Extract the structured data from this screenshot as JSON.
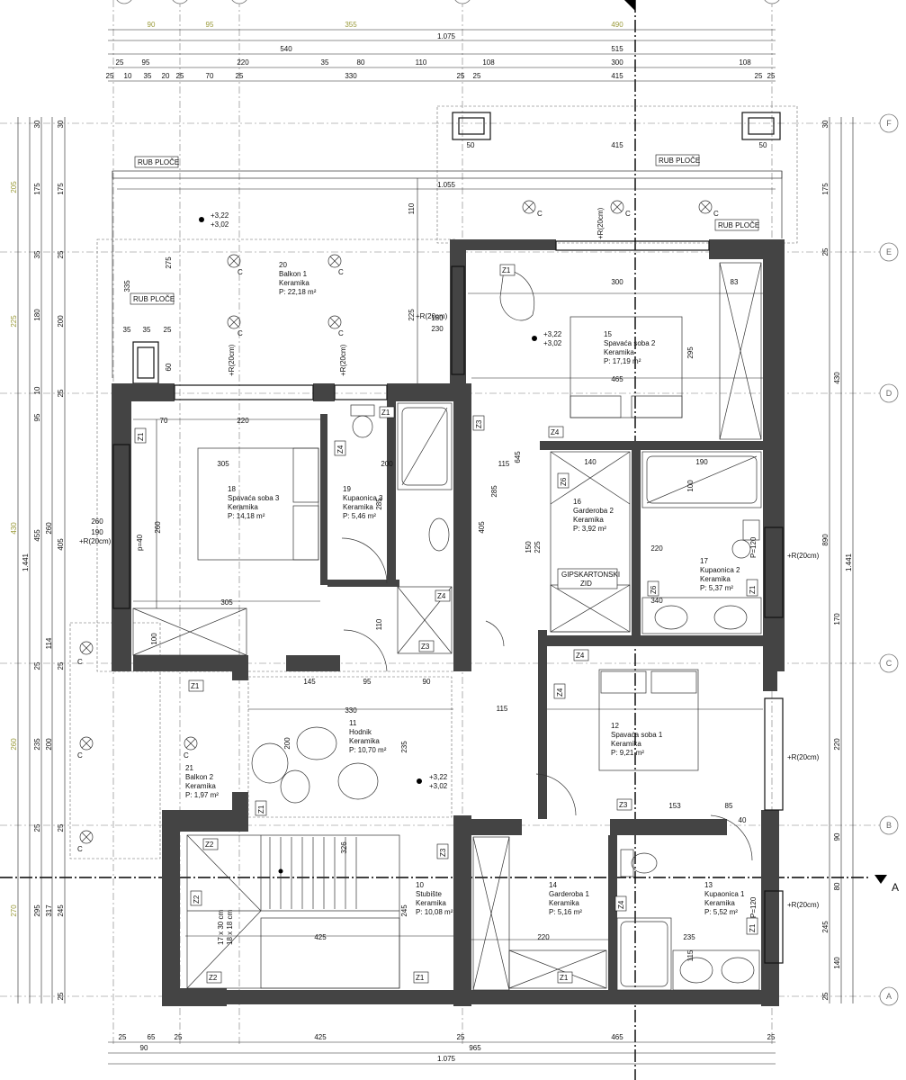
{
  "grid_axes": [
    "F",
    "E",
    "D",
    "C",
    "B",
    "A"
  ],
  "section_mark": "A",
  "top_dims": {
    "row0": [
      "90",
      "95",
      "355",
      "490"
    ],
    "row1": [
      "1.075"
    ],
    "row2": [
      "540",
      "515"
    ],
    "row3": [
      "25",
      "95",
      "220",
      "35",
      "80",
      "110",
      "108",
      "300",
      "108",
      "25",
      "25"
    ],
    "row4": [
      "25",
      "10",
      "35",
      "20",
      "25",
      "70",
      "25",
      "330",
      "25",
      "25",
      "415",
      "25",
      "25"
    ]
  },
  "bottom_dims": {
    "row1": [
      "25",
      "65",
      "25",
      "425",
      "25",
      "465",
      "25"
    ],
    "row2": [
      "90",
      "965"
    ],
    "row3": [
      "1.075"
    ]
  },
  "left_dims": {
    "outer": [
      "205",
      "225",
      "430",
      "260",
      "270"
    ],
    "mid": [
      "1.441"
    ],
    "inner": [
      "30",
      "175",
      "35",
      "180",
      "10",
      "95",
      "455",
      "114",
      "25",
      "235",
      "25",
      "317"
    ],
    "inner2": [
      "30",
      "175",
      "25",
      "200",
      "25",
      "260",
      "405",
      "25",
      "200",
      "25",
      "295",
      "245",
      "25"
    ]
  },
  "right_dims": {
    "outer": [
      "30",
      "175",
      "25",
      "430",
      "890",
      "170",
      "220",
      "90",
      "80",
      "245",
      "140",
      "25"
    ],
    "total": [
      "1.441"
    ]
  },
  "rooms": [
    {
      "num": "20",
      "name": "Balkon 1",
      "finish": "Keramika",
      "area": "P: 22,18 m²"
    },
    {
      "num": "18",
      "name": "Spavaća soba 3",
      "finish": "Keramika",
      "area": "P: 14,18 m²"
    },
    {
      "num": "19",
      "name": "Kupaonica 3",
      "finish": "Keramika",
      "area": "P: 5,46 m²"
    },
    {
      "num": "15",
      "name": "Spavaća soba 2",
      "finish": "Keramika",
      "area": "P: 17,19 m²"
    },
    {
      "num": "16",
      "name": "Garderoba 2",
      "finish": "Keramika",
      "area": "P: 3,92 m²"
    },
    {
      "num": "17",
      "name": "Kupaonica 2",
      "finish": "Keramika",
      "area": "P: 5,37 m²"
    },
    {
      "num": "11",
      "name": "Hodnik",
      "finish": "Keramika",
      "area": "P: 10,70 m²"
    },
    {
      "num": "12",
      "name": "Spavaća soba 1",
      "finish": "Keramika",
      "area": "P: 9,21 m²"
    },
    {
      "num": "21",
      "name": "Balkon 2",
      "finish": "Keramika",
      "area": "P: 1,97 m²"
    },
    {
      "num": "10",
      "name": "Stubište",
      "finish": "Keramika",
      "area": "P: 10,08 m²"
    },
    {
      "num": "14",
      "name": "Garderoba 1",
      "finish": "Keramika",
      "area": "P: 5,16 m²"
    },
    {
      "num": "13",
      "name": "Kupaonica 1",
      "finish": "Keramika",
      "area": "P: 5,52 m²"
    }
  ],
  "annotations": {
    "rub_ploce": "RUB PLOČE",
    "gipskartonski_1": "GIPSKARTONSKI",
    "gipskartonski_2": "ZID",
    "level_1": "+3,22",
    "level_2": "+3,02",
    "stairs_1": "17 x 30 cm",
    "stairs_2": "18 x 18 cm",
    "r20": "+R(20cm)",
    "c": "C",
    "pr40": "p=40",
    "pr120": "P=120"
  },
  "tags": {
    "z1": "Z1",
    "z2": "Z2",
    "z3": "Z3",
    "z4": "Z4",
    "z6": "Z6"
  },
  "dims_inside": [
    "1.055",
    "110",
    "335",
    "275",
    "225",
    "60",
    "35",
    "35",
    "25",
    "180",
    "230",
    "220",
    "305",
    "260",
    "190",
    "260",
    "305",
    "70",
    "100",
    "200",
    "285",
    "110",
    "405",
    "285",
    "115",
    "645",
    "465",
    "300",
    "83",
    "295",
    "140",
    "190",
    "100",
    "220",
    "150",
    "225",
    "340",
    "330",
    "95",
    "90",
    "115",
    "235",
    "200",
    "145",
    "425",
    "245",
    "220",
    "235",
    "115",
    "153",
    "85",
    "40",
    "326",
    "50",
    "415",
    "50"
  ]
}
